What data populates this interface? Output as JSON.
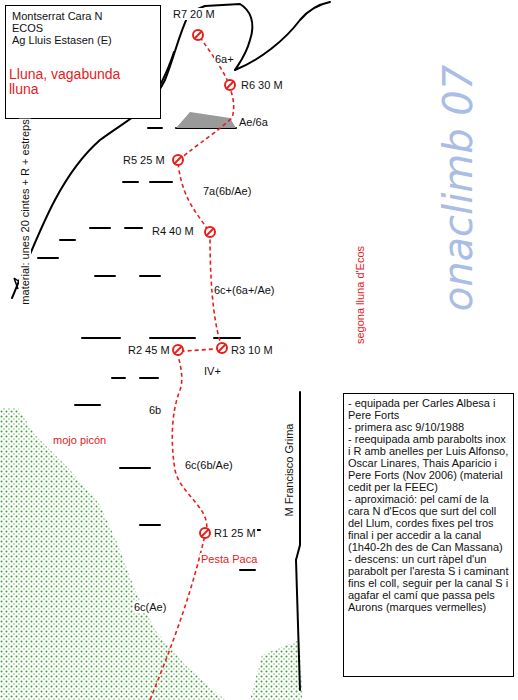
{
  "diagram": {
    "title": "Lluna, vagabunda lluna",
    "nodes": [
      {
        "text": [
          "Montserrat Cara N",
          "ECOS",
          "Ag Lluis Estasen (E)"
        ]
      },
      {
        "text": [
          "- equipada per Carles Albesa i Pere Forts",
          "- primera asc 9/10/1988",
          "- reequipada amb parabolts inox i R amb anelles per Luis Alfonso, Oscar Linares, Thais Aparicio i Pere Forts (Nov 2006) (material cedit per la FEEC)",
          "- aproximació: pel camí de la cara N d'Ecos que surt del coll del Llum, cordes fixes pel tros final i per accedir a la canal (1h40-2h des de Can Massana)",
          "- descens: un curt ràpel d'un parabolt per l'aresta S i caminant fins el coll, seguir per la canal S i agafar el camí que passa pels Aurons (marques vermelles)"
        ]
      }
    ],
    "labels": [
      "R7 20 M",
      "6a+",
      "R6 30 M",
      "Ae/6a",
      "R5 25 M",
      "7a(6b/Ae)",
      "R4 40 M",
      "6c+(6a+/Ae)",
      "R2 45 M",
      "R3 10 M",
      "IV+",
      "6b",
      "6c(6b/Ae)",
      "R1 25 M",
      "6c(Ae)",
      "mojo picón",
      "Pesta Paca",
      "M Francisco Grima",
      "segona lluna d'Ecos",
      "material: unes 20 cintes + R + estreps",
      "onaclimb 07"
    ]
  }
}
